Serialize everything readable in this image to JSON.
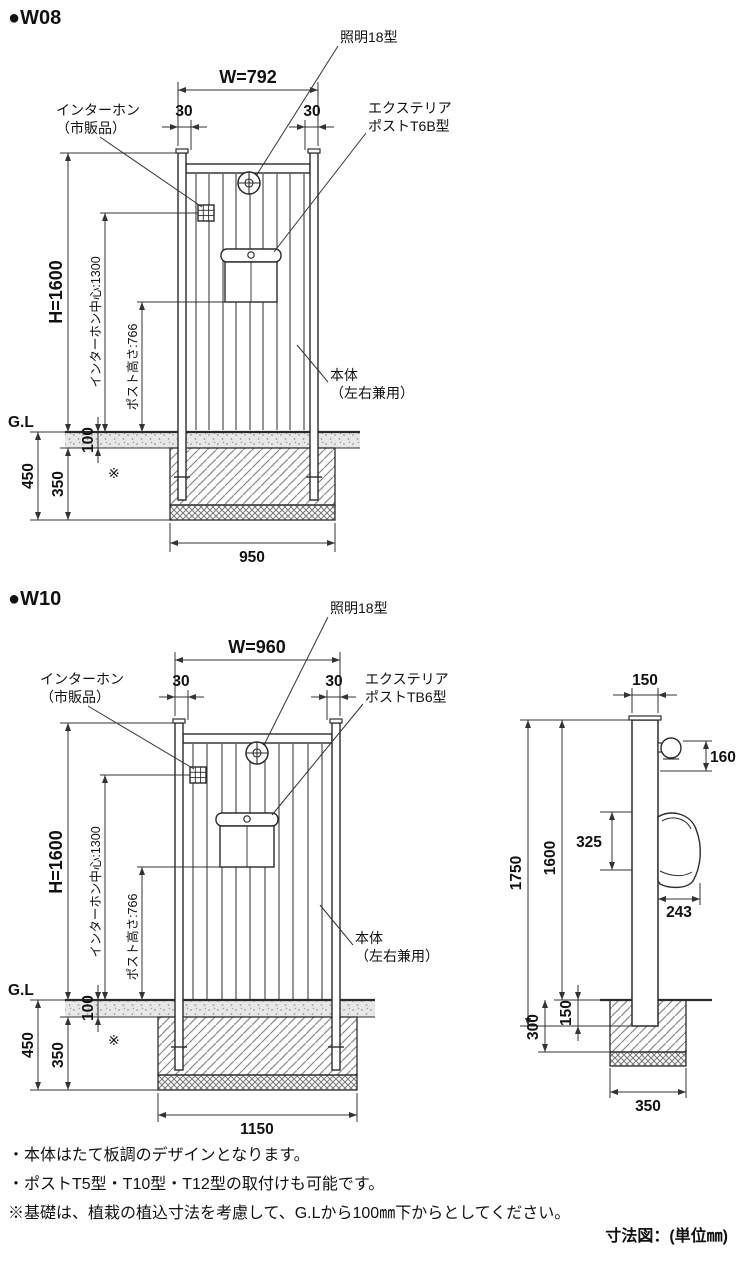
{
  "w08": {
    "title": "●W08",
    "dims": {
      "width": "W=792",
      "offset_left": "30",
      "offset_right": "30",
      "height": "H=1600",
      "intercom_center": "インターホン中心:1300",
      "post_height": "ポスト高さ:766",
      "gl": "G.L",
      "depth_total": "450",
      "depth_foundation": "350",
      "depth_top": "100",
      "note_mark": "※",
      "foundation_width": "950"
    },
    "labels": {
      "light": "照明18型",
      "intercom_line1": "インターホン",
      "intercom_line2": "（市販品）",
      "post_line1": "エクステリア",
      "post_line2": "ポストT6B型",
      "body_line1": "本体",
      "body_line2": "（左右兼用）"
    }
  },
  "w10": {
    "title": "●W10",
    "dims": {
      "width": "W=960",
      "offset_left": "30",
      "offset_right": "30",
      "height": "H=1600",
      "intercom_center": "インターホン中心:1300",
      "post_height": "ポスト高さ:766",
      "gl": "G.L",
      "depth_total": "450",
      "depth_foundation": "350",
      "depth_top": "100",
      "note_mark": "※",
      "foundation_width": "1150"
    },
    "labels": {
      "light": "照明18型",
      "intercom_line1": "インターホン",
      "intercom_line2": "（市販品）",
      "post_line1": "エクステリア",
      "post_line2": "ポストTB6型",
      "body_line1": "本体",
      "body_line2": "（左右兼用）"
    }
  },
  "side_view": {
    "dims": {
      "post_width": "150",
      "light_height": "160",
      "postbox_height": "325",
      "postbox_depth": "243",
      "total_height": "1750",
      "above_ground": "1600",
      "foundation_depth": "300",
      "embed_depth": "150",
      "foundation_width": "350"
    }
  },
  "notes": {
    "line1": "・本体はたて板調のデザインとなります。",
    "line2": "・ポストT5型・T10型・T12型の取付けも可能です。",
    "line3": "※基礎は、植栽の植込寸法を考慮して、G.Lから100㎜下からとしてください。",
    "caption": "寸法図：(単位㎜)"
  }
}
